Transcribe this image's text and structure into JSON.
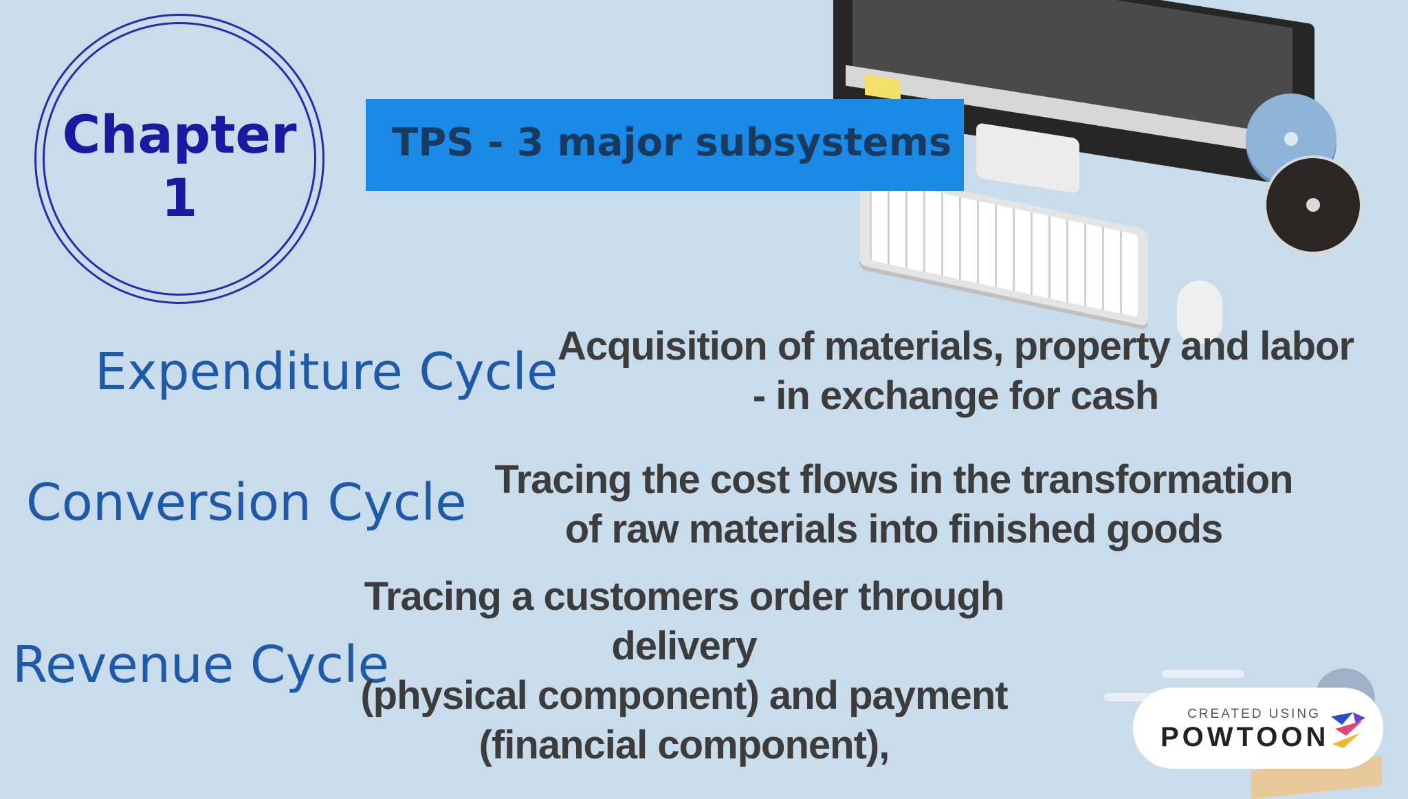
{
  "chapter": {
    "line1": "Chapter",
    "line2": "1"
  },
  "title": "TPS - 3 major subsystems",
  "cycles": [
    {
      "label": "Expenditure Cycle",
      "description_lines": [
        "Acquisition of materials, property and labor",
        "- in exchange for cash"
      ]
    },
    {
      "label": "Conversion Cycle",
      "description_lines": [
        "Tracing the cost flows in the transformation",
        "of raw materials into finished goods"
      ]
    },
    {
      "label": "Revenue Cycle",
      "description_lines": [
        "Tracing a customers order through delivery",
        "(physical component) and payment",
        "(financial component),"
      ]
    }
  ],
  "badge": {
    "small": "CREATED USING",
    "brand": "POWTOON"
  },
  "colors": {
    "background": "#c9dcec",
    "banner": "#1a8ae6",
    "cycle_label": "#1f5aa8",
    "chapter": "#1a1aa0"
  },
  "icons": [
    "computer-monitor-illustration",
    "keyboard-illustration",
    "mouse-illustration",
    "disc-icon",
    "powtoon-logo-icon"
  ]
}
